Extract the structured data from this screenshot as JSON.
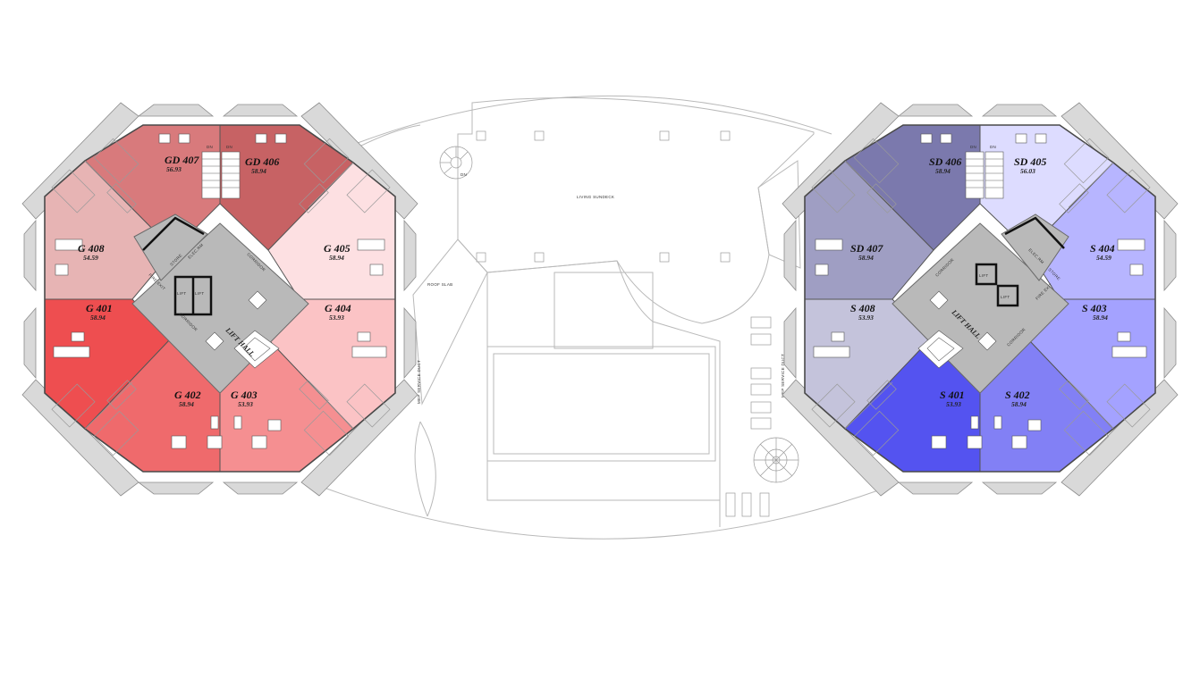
{
  "plan": {
    "common": {
      "living_label": "LIVING SUNDECK",
      "roof_slab_label": "ROOF SLAB",
      "service_duct_label": "MEP SERVICE DUCT",
      "service_duct_label_right": "MEP SERVICE DUCT",
      "dn_label": "DN"
    },
    "left_tower": {
      "lift_hall_label": "LIFT HALL",
      "lift_labels": [
        "LIFT",
        "LIFT"
      ],
      "corridor_label_1": "CORRIDOR",
      "corridor_label_2": "CORRIDOR",
      "store_label": "STORE",
      "store_label_2": "ELEC.RM",
      "fire_exit_label": "FIRE EXIT",
      "stair_labels": [
        "DN",
        "DN"
      ],
      "units": [
        {
          "name": "GD 407",
          "area": "56.93",
          "color": "#d87a7c"
        },
        {
          "name": "GD 406",
          "area": "58.94",
          "color": "#c76264"
        },
        {
          "name": "G 408",
          "area": "54.59",
          "color": "#e7b4b4"
        },
        {
          "name": "G   405",
          "area": "58.94",
          "color": "#fde0e2"
        },
        {
          "name": "G 401",
          "area": "58.94",
          "color": "#ee4e50"
        },
        {
          "name": "G 404",
          "area": "53.93",
          "color": "#fbc3c5"
        },
        {
          "name": "G 402",
          "area": "58.94",
          "color": "#ef6a6c"
        },
        {
          "name": "G 403",
          "area": "53.93",
          "color": "#f58f91"
        }
      ]
    },
    "right_tower": {
      "lift_hall_label": "LIFT HALL",
      "lift_labels": [
        "LIFT",
        "LIFT"
      ],
      "corridor_label_1": "CORRIDOR",
      "corridor_label_2": "CORRIDOR",
      "store_label": "STORE",
      "store_label_2": "ELEC.RM",
      "fire_exit_label": "FIRE EXIT",
      "stair_labels": [
        "DN",
        "DN"
      ],
      "units": [
        {
          "name": "SD 406",
          "area": "58.94",
          "color": "#7b79ad"
        },
        {
          "name": "SD 405",
          "area": "56.03",
          "color": "#dddcff"
        },
        {
          "name": "SD 407",
          "area": "58.94",
          "color": "#9f9ec3"
        },
        {
          "name": "S 404",
          "area": "54.59",
          "color": "#b7b5ff"
        },
        {
          "name": "S 408",
          "area": "53.93",
          "color": "#c4c3db"
        },
        {
          "name": "S 403",
          "area": "58.94",
          "color": "#a4a2ff"
        },
        {
          "name": "S 401",
          "area": "53.93",
          "color": "#5453f0"
        },
        {
          "name": "S 402",
          "area": "58.94",
          "color": "#8280f5"
        }
      ]
    }
  }
}
